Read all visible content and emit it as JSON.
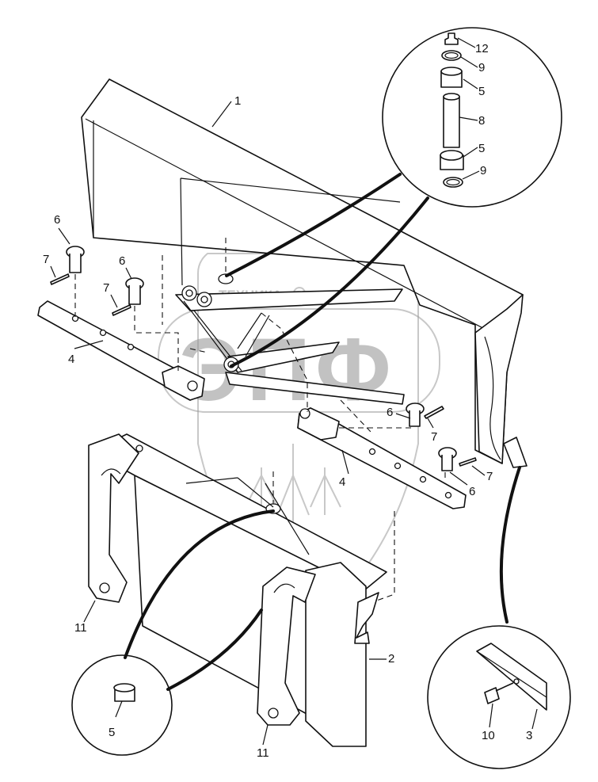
{
  "watermark": {
    "top_text_left": "ТЕХНИКА",
    "top_text_right": "ЗАПЧАСТИ",
    "big_letters": "ЭПФ"
  },
  "callouts": [
    {
      "id": "c1",
      "text": "1"
    },
    {
      "id": "c2",
      "text": "2"
    },
    {
      "id": "c3",
      "text": "3"
    },
    {
      "id": "c4a",
      "text": "4"
    },
    {
      "id": "c4b",
      "text": "4"
    },
    {
      "id": "c5a",
      "text": "5"
    },
    {
      "id": "c5b",
      "text": "5"
    },
    {
      "id": "c5c",
      "text": "5"
    },
    {
      "id": "c6a",
      "text": "6"
    },
    {
      "id": "c6b",
      "text": "6"
    },
    {
      "id": "c6c",
      "text": "6"
    },
    {
      "id": "c6d",
      "text": "6"
    },
    {
      "id": "c7a",
      "text": "7"
    },
    {
      "id": "c7b",
      "text": "7"
    },
    {
      "id": "c7c",
      "text": "7"
    },
    {
      "id": "c7d",
      "text": "7"
    },
    {
      "id": "c8",
      "text": "8"
    },
    {
      "id": "c9a",
      "text": "9"
    },
    {
      "id": "c9b",
      "text": "9"
    },
    {
      "id": "c10",
      "text": "10"
    },
    {
      "id": "c11a",
      "text": "11"
    },
    {
      "id": "c11b",
      "text": "11"
    },
    {
      "id": "c12",
      "text": "12"
    }
  ]
}
